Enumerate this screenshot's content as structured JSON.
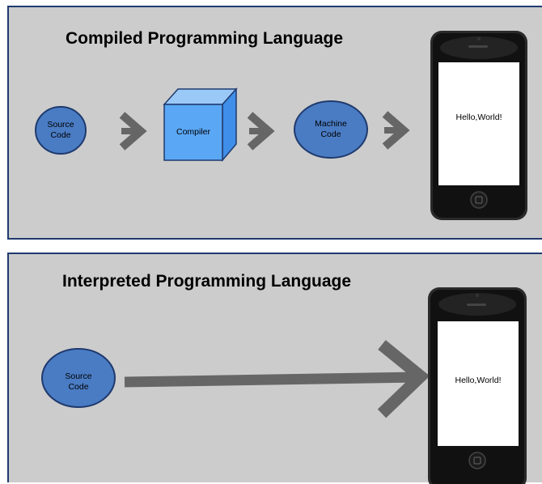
{
  "diagrams": {
    "compiled": {
      "title": "Compiled Programming Language",
      "source": {
        "line1": "Source",
        "line2": "Code"
      },
      "compiler": "Compiler",
      "machine": {
        "line1": "Machine",
        "line2": "Code"
      },
      "screen_text": "Hello,World!"
    },
    "interpreted": {
      "title": "Interpreted Programming Language",
      "source": {
        "line1": "Source",
        "line2": "Code"
      },
      "screen_text": "Hello,World!"
    }
  },
  "colors": {
    "panel_bg": "#cccccc",
    "panel_border": "#1f3a6e",
    "ellipse_fill": "#4a7cc4",
    "ellipse_stroke": "#1f3a6e",
    "cube_front": "#5aa7f5",
    "cube_top": "#9bc9f7",
    "cube_side": "#3f8ee8",
    "arrow": "#666666",
    "phone_body": "#111111",
    "screen": "#ffffff"
  },
  "icons": {
    "arrow": "chevron-right-arrow",
    "cube": "compiler-cube",
    "phone": "smartphone"
  }
}
